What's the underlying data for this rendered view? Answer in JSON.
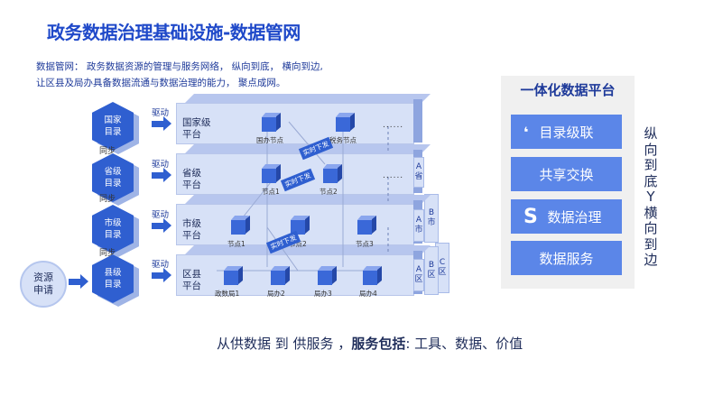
{
  "title": "政务数据治理基础设施-数据管网",
  "description": {
    "line1": "数据管网： 政务数据资源的管理与服务网络， 纵向到底， 横向到边,",
    "line2": "让区县及局办具备数据流通与数据治理的能力， 聚点成网。"
  },
  "catalogs": [
    {
      "line1": "国家",
      "line2": "目录"
    },
    {
      "line1": "省级",
      "line2": "目录"
    },
    {
      "line1": "市级",
      "line2": "目录"
    },
    {
      "line1": "县级",
      "line2": "目录"
    }
  ],
  "sync_label": "同步",
  "drive_label": "驱动",
  "resource_request": {
    "line1": "资源",
    "line2": "申请"
  },
  "platforms": [
    {
      "line1": "国家级",
      "line2": "平台",
      "nodes": [
        "国办节点",
        "税务节点"
      ]
    },
    {
      "line1": "省级",
      "line2": "平台",
      "nodes": [
        "节点1",
        "节点2"
      ]
    },
    {
      "line1": "市级",
      "line2": "平台",
      "nodes": [
        "节点1",
        "节点2",
        "节点3"
      ]
    },
    {
      "line1": "区县",
      "line2": "平台",
      "nodes": [
        "政数局1",
        "局办2",
        "局办3",
        "局办4"
      ]
    }
  ],
  "ellipsis": "......",
  "realtime_tag": "实时下发",
  "side_labels": {
    "province": [
      "A",
      "省"
    ],
    "city": [
      "A",
      "市",
      "B",
      "市"
    ],
    "county": [
      "A",
      "区",
      "B",
      "区",
      "C",
      "区"
    ]
  },
  "panel": {
    "title": "一体化数据平台",
    "items": [
      {
        "icon": "❛",
        "label": "目录级联"
      },
      {
        "icon": "",
        "label": "共享交换"
      },
      {
        "icon": "S",
        "label": "数据治理"
      },
      {
        "icon": "",
        "label": "数据服务"
      }
    ]
  },
  "vertical_text": [
    "纵",
    "向",
    "到",
    "底",
    "Y",
    "横",
    "向",
    "到",
    "边"
  ],
  "bottom": {
    "part1": "从供数据 到 供服务 ，",
    "part2": "服务包括",
    "part3": ": 工具、数据、价值"
  }
}
